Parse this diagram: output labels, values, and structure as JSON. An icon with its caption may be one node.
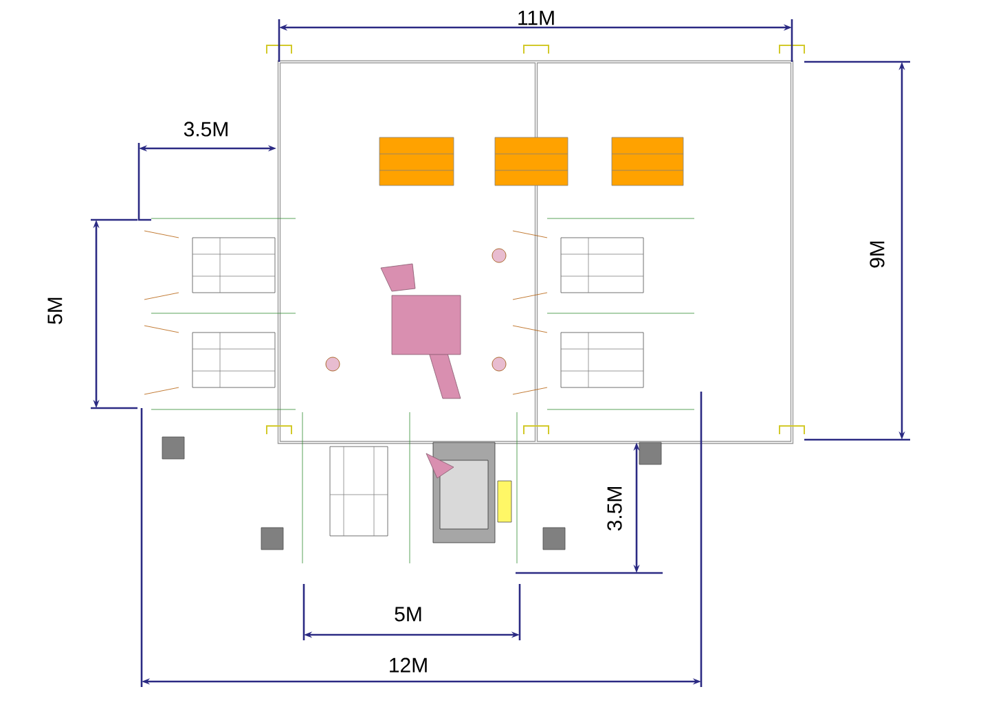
{
  "diagram": {
    "labels": [
      "11M",
      "3.5M",
      "9M",
      "5M",
      "3.5M",
      "5M",
      "12M"
    ]
  }
}
